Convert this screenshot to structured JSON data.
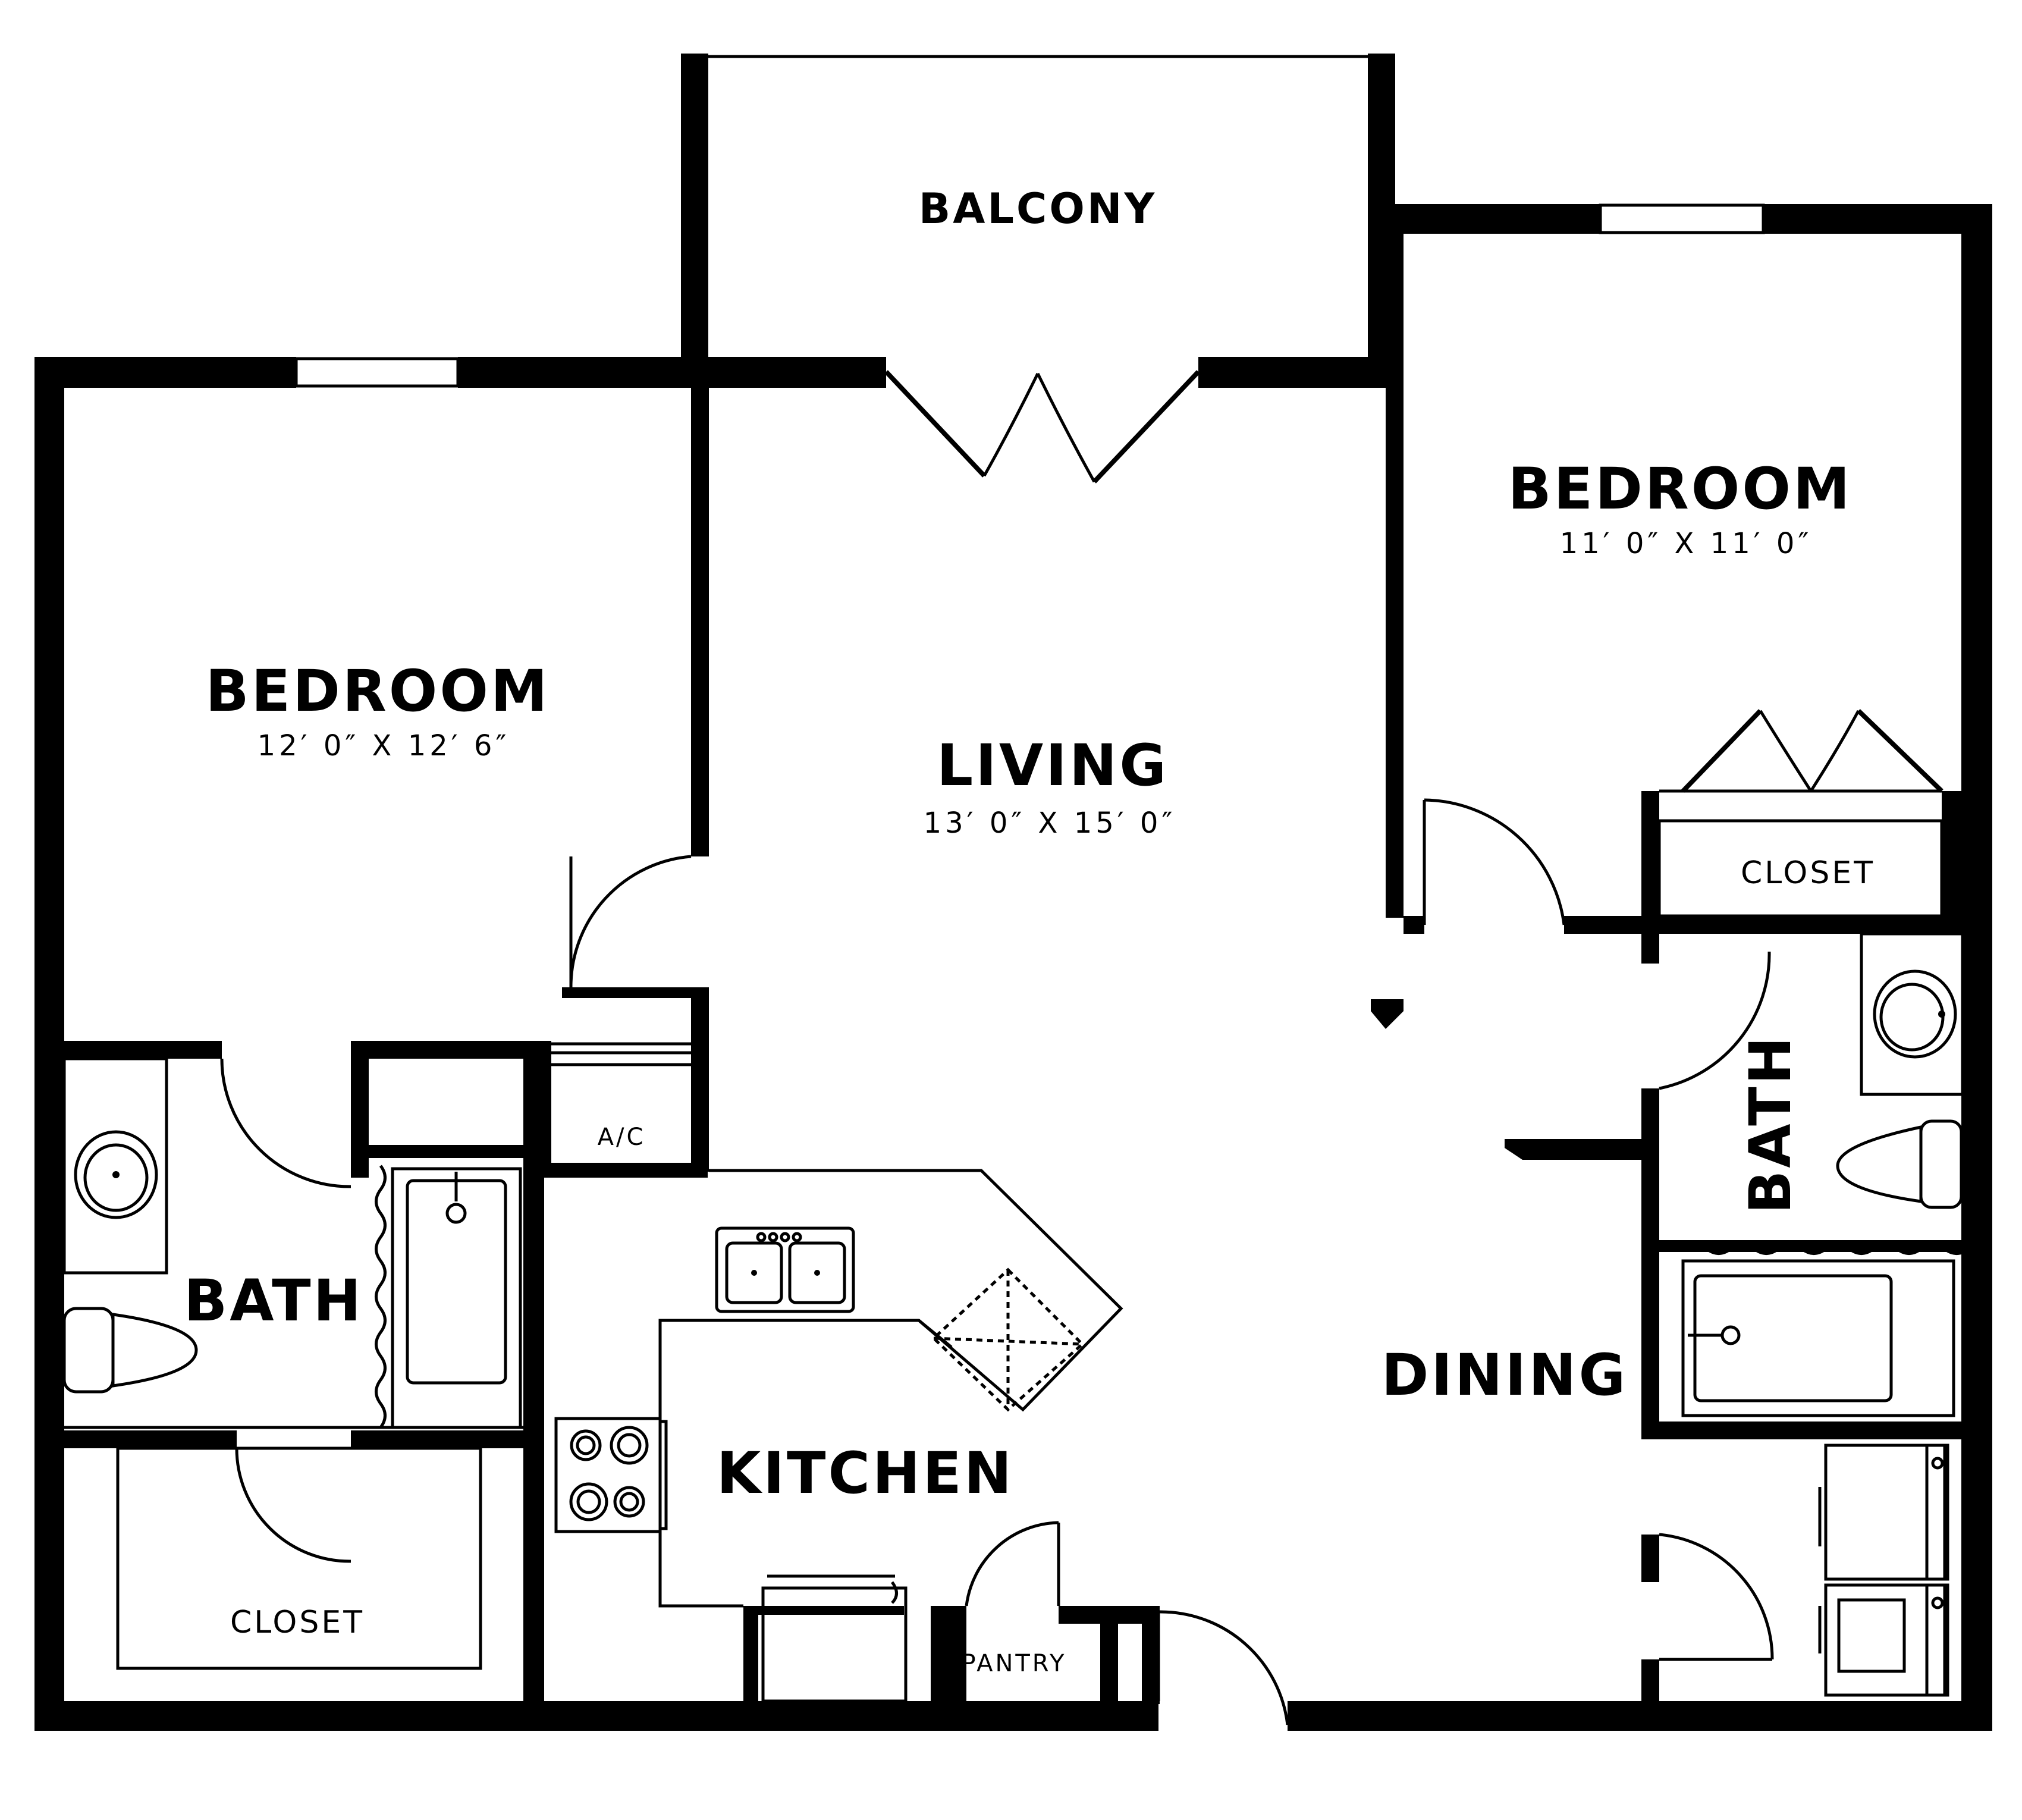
{
  "rooms": {
    "balcony": {
      "name": "BALCONY"
    },
    "bedroom_left": {
      "name": "BEDROOM",
      "dims": "12′ 0″ X 12′ 6″"
    },
    "bedroom_right": {
      "name": "BEDROOM",
      "dims": "11′ 0″ X 11′ 0″"
    },
    "living": {
      "name": "LIVING",
      "dims": "13′ 0″ X 15′ 0″"
    },
    "closet_right": {
      "name": "CLOSET"
    },
    "bath_left": {
      "name": "BATH"
    },
    "bath_right": {
      "name": "BATH"
    },
    "ac": {
      "name": "A/C"
    },
    "dining": {
      "name": "DINING"
    },
    "kitchen": {
      "name": "KITCHEN"
    },
    "closet_left": {
      "name": "CLOSET"
    },
    "pantry": {
      "name": "PANTRY"
    }
  }
}
